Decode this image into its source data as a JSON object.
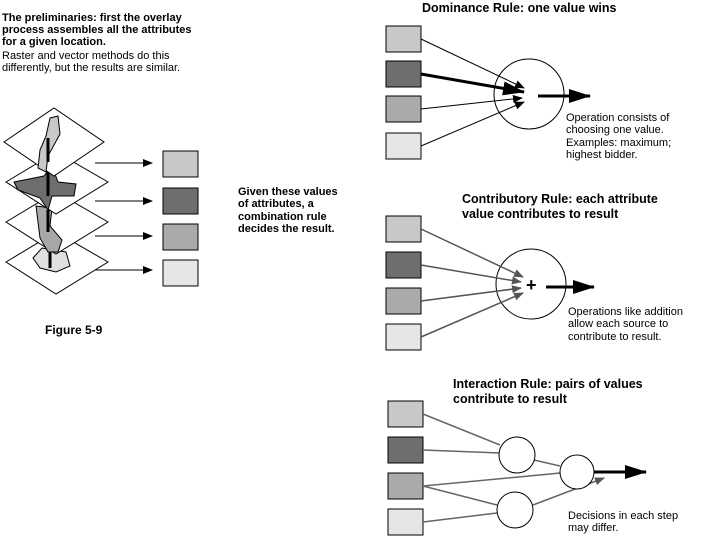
{
  "intro": {
    "bold_lines": [
      "The preliminaries: first the overlay",
      "process assembles all the attributes",
      "for a given location."
    ],
    "normal_lines": [
      "Raster and vector methods do this",
      "differently, but the results are similar."
    ]
  },
  "middle_note": [
    "Given these values",
    "of attributes, a",
    "combination rule",
    "decides the result."
  ],
  "figure_label": "Figure 5-9",
  "dominance": {
    "title": "Dominance Rule: one value wins",
    "note": [
      "Operation consists of",
      "choosing one value.",
      "Examples: maximum;",
      "highest bidder."
    ]
  },
  "contributory": {
    "title": [
      "Contributory Rule: each attribute",
      "value contributes to result"
    ],
    "operator": "+",
    "note": [
      "Operations like addition",
      "allow each source to",
      "contribute to result."
    ]
  },
  "interaction": {
    "title": [
      "Interaction Rule: pairs of values",
      "contribute to result"
    ],
    "note": [
      "Decisions in each step",
      "may differ."
    ]
  },
  "colors": {
    "swatch_1": "#c8c8c8",
    "swatch_2": "#6e6e6e",
    "swatch_3": "#aaaaaa",
    "swatch_4": "#e6e6e6",
    "arrow_gray": "#555555",
    "line_gray": "#666666"
  }
}
